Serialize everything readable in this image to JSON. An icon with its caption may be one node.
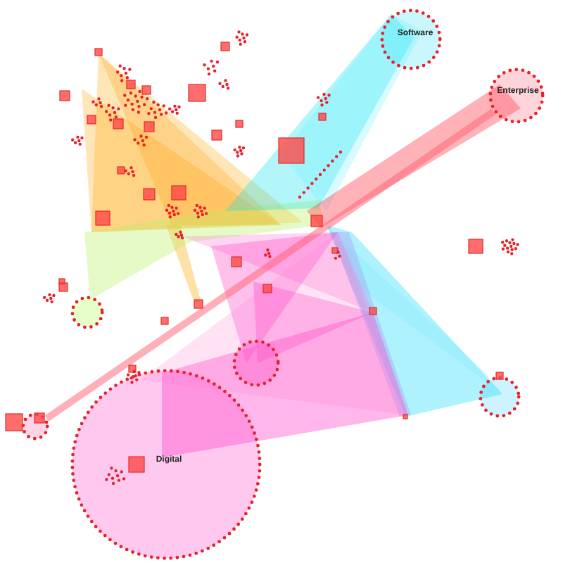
{
  "diagram": {
    "nodes": [
      {
        "text": [
          "Software"
        ]
      },
      {
        "text": [
          "Enterprise"
        ]
      },
      {
        "text": [],
        "shape": "circle"
      },
      {
        "text": [],
        "shape": "circle"
      },
      {
        "text": [],
        "shape": "circle"
      },
      {
        "text": [],
        "shape": "circle"
      },
      {
        "text": [
          "Digital"
        ]
      }
    ],
    "edges": [
      {
        "from": 1,
        "to": 5,
        "arrow": "none"
      }
    ]
  }
}
